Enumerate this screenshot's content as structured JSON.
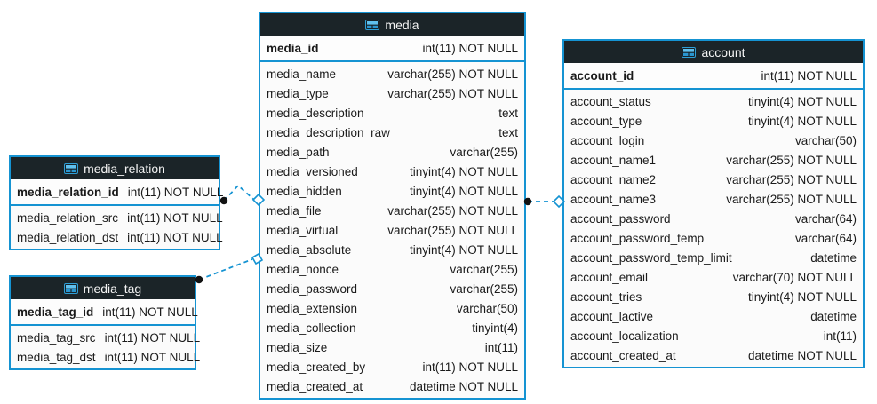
{
  "diagram": {
    "type": "database-er-diagram"
  },
  "colors": {
    "accent_blue": "#1593d2",
    "header_background": "#1b2428",
    "row_background": "#fbfbfb",
    "text": "#1a1a1a",
    "wire": "#1593d2"
  },
  "icons": {
    "table_header_icon": "table-icon"
  },
  "tables": [
    {
      "title": "media",
      "pk": {
        "name": "media_id",
        "type": "int(11) NOT NULL"
      },
      "columns": [
        {
          "name": "media_name",
          "type": "varchar(255) NOT NULL"
        },
        {
          "name": "media_type",
          "type": "varchar(255) NOT NULL"
        },
        {
          "name": "media_description",
          "type": "text"
        },
        {
          "name": "media_description_raw",
          "type": "text"
        },
        {
          "name": "media_path",
          "type": "varchar(255)"
        },
        {
          "name": "media_versioned",
          "type": "tinyint(4) NOT NULL"
        },
        {
          "name": "media_hidden",
          "type": "tinyint(4) NOT NULL"
        },
        {
          "name": "media_file",
          "type": "varchar(255) NOT NULL"
        },
        {
          "name": "media_virtual",
          "type": "varchar(255) NOT NULL"
        },
        {
          "name": "media_absolute",
          "type": "tinyint(4) NOT NULL"
        },
        {
          "name": "media_nonce",
          "type": "varchar(255)"
        },
        {
          "name": "media_password",
          "type": "varchar(255)"
        },
        {
          "name": "media_extension",
          "type": "varchar(50)"
        },
        {
          "name": "media_collection",
          "type": "tinyint(4)"
        },
        {
          "name": "media_size",
          "type": "int(11)"
        },
        {
          "name": "media_created_by",
          "type": "int(11) NOT NULL"
        },
        {
          "name": "media_created_at",
          "type": "datetime NOT NULL"
        }
      ]
    },
    {
      "title": "media_relation",
      "pk": {
        "name": "media_relation_id",
        "type": "int(11) NOT NULL"
      },
      "columns": [
        {
          "name": "media_relation_src",
          "type": "int(11) NOT NULL"
        },
        {
          "name": "media_relation_dst",
          "type": "int(11) NOT NULL"
        }
      ]
    },
    {
      "title": "media_tag",
      "pk": {
        "name": "media_tag_id",
        "type": "int(11) NOT NULL"
      },
      "columns": [
        {
          "name": "media_tag_src",
          "type": "int(11) NOT NULL"
        },
        {
          "name": "media_tag_dst",
          "type": "int(11) NOT NULL"
        }
      ]
    },
    {
      "title": "account",
      "pk": {
        "name": "account_id",
        "type": "int(11) NOT NULL"
      },
      "columns": [
        {
          "name": "account_status",
          "type": "tinyint(4) NOT NULL"
        },
        {
          "name": "account_type",
          "type": "tinyint(4) NOT NULL"
        },
        {
          "name": "account_login",
          "type": "varchar(50)"
        },
        {
          "name": "account_name1",
          "type": "varchar(255) NOT NULL"
        },
        {
          "name": "account_name2",
          "type": "varchar(255) NOT NULL"
        },
        {
          "name": "account_name3",
          "type": "varchar(255) NOT NULL"
        },
        {
          "name": "account_password",
          "type": "varchar(64)"
        },
        {
          "name": "account_password_temp",
          "type": "varchar(64)"
        },
        {
          "name": "account_password_temp_limit",
          "type": "datetime"
        },
        {
          "name": "account_email",
          "type": "varchar(70) NOT NULL"
        },
        {
          "name": "account_tries",
          "type": "tinyint(4) NOT NULL"
        },
        {
          "name": "account_lactive",
          "type": "datetime"
        },
        {
          "name": "account_localization",
          "type": "int(11)"
        },
        {
          "name": "account_created_at",
          "type": "datetime NOT NULL"
        }
      ]
    }
  ],
  "relations": [
    {
      "from": "media_relation",
      "to": "media",
      "style": "dashed"
    },
    {
      "from": "media_tag",
      "to": "media",
      "style": "dashed"
    },
    {
      "from": "media",
      "to": "account",
      "style": "dashed"
    }
  ]
}
